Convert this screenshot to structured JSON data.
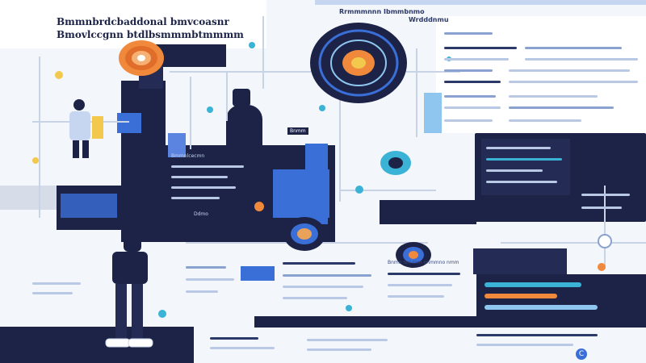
{
  "header": {
    "title_line_1": "Bmmnbrdcbaddonal bmvcoasnr",
    "title_line_2": "Bmovlccgnn btdlbsmmmbtmmmm",
    "center_title": "Rrmmmnnn Ibmmbnmo",
    "right_title": "Wrdddnmu"
  },
  "panels": {
    "mid_left_heading": "Bmmnlcecmn",
    "mid_left_sub": "Ddmo",
    "center_label": "Bnmm",
    "bottom_caption": "Bnmo nm mm onmmno nmm"
  },
  "colors": {
    "navy": "#1c2347",
    "blue": "#3b6fd8",
    "light_blue": "#8fc6f0",
    "cyan": "#3bb3d6",
    "orange": "#f0893b",
    "yellow": "#f2c94c",
    "background": "#f3f6fb"
  },
  "icons": [
    "gauge-orange-icon",
    "radar-ring-icon",
    "lens-icon",
    "person-figure-icon",
    "robot-figure-icon",
    "copyright-badge-icon"
  ],
  "copyright_glyph": "C"
}
